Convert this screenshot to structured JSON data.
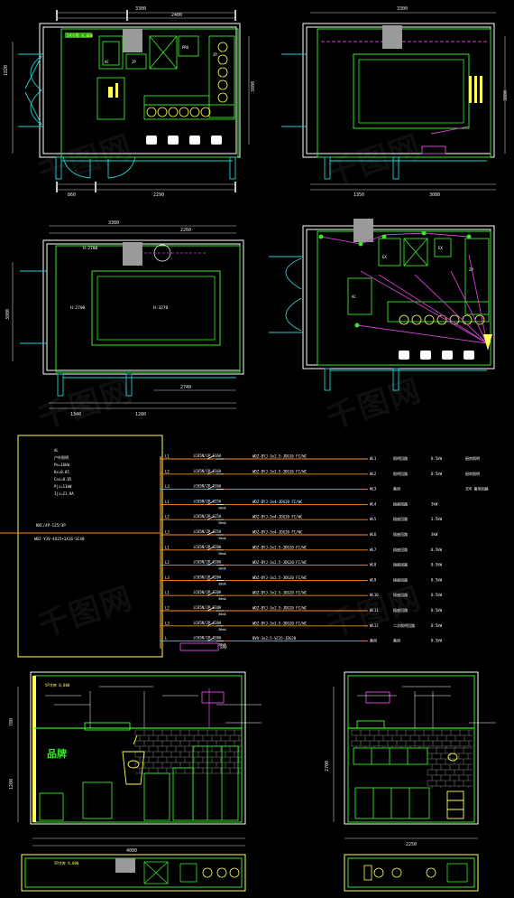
{
  "drawing": {
    "plan_a": {
      "dims_top": [
        "3300",
        "2400"
      ],
      "dims_bottom": [
        "860",
        "2290"
      ],
      "dims_side": [
        "1820",
        "3800"
      ],
      "label_top": "5P冷库 8,000",
      "equip": [
        "AC",
        "2P",
        "PRO",
        "2P"
      ]
    },
    "plan_b": {
      "dims_top": [
        "3300"
      ],
      "dims_bottom": [
        "1350",
        "3080"
      ],
      "dims_side": [
        "3800"
      ]
    },
    "plan_c": {
      "dims_top": [
        "3380",
        "2260"
      ],
      "ceiling_labels": [
        "H:2700",
        "H:2700",
        "H:3270"
      ],
      "dims_bottom": [
        "1340",
        "1280",
        "2740"
      ],
      "dims_side": [
        "3800"
      ]
    },
    "plan_d": {
      "equip": [
        "EX",
        "EX",
        "AC",
        "2P"
      ]
    },
    "panel": {
      "spec_lines": [
        "AL",
        "户外照明",
        "Pe=16kW",
        "Kx=0.85",
        "Cos=0.85",
        "Pjs=11kW",
        "Ijs=21.9A"
      ],
      "incoming_label": "NXC/4P-125/3P",
      "incoming_cable": "WDZ-YJV-4X25+1X16-SC40",
      "circuits": [
        {
          "phase": "L1",
          "breaker": "iC65N/1P C16A",
          "rcd": "",
          "cable": "WDZ-BYJ-3x2.5-JDG16 FC/WC",
          "id": "WL1",
          "name": "照明回路",
          "load": "0.5kW",
          "note": "厨房照明"
        },
        {
          "phase": "L2",
          "breaker": "iC65N/1P C16A",
          "rcd": "",
          "cable": "WDZ-BYJ-3x2.5-JDG16 FC/WC",
          "id": "WL2",
          "name": "照明回路",
          "load": "0.5kW",
          "note": "厨房照明"
        },
        {
          "phase": "L3",
          "breaker": "iC65N/2P C16A",
          "rcd": "",
          "cable": "",
          "id": "WL3",
          "name": "备用",
          "load": "",
          "note": "JDG 备用回路"
        },
        {
          "phase": "L1",
          "breaker": "iC65N/2P C25A",
          "rcd": "30mA",
          "cable": "WDZ-BYJ-3x4-JDG20 FC/WC",
          "id": "WL4",
          "name": "插座回路",
          "load": "3kW",
          "note": ""
        },
        {
          "phase": "L2",
          "breaker": "iC65N/2P C25A",
          "rcd": "30mA",
          "cable": "WDZ-BYJ-3x4-JDG20 FC/WC",
          "id": "WL5",
          "name": "插座回路",
          "load": "3.5kW",
          "note": ""
        },
        {
          "phase": "L3",
          "breaker": "iC65N/2P C25A",
          "rcd": "30mA",
          "cable": "WDZ-BYJ-3x4-JDG20 FC/WC",
          "id": "WL6",
          "name": "插座回路",
          "load": "3kW",
          "note": ""
        },
        {
          "phase": "L1",
          "breaker": "iC65N/2P C20A",
          "rcd": "30mA",
          "cable": "WDZ-BYJ-3x2.5-JDG20 FC/WC",
          "id": "WL7",
          "name": "插座回路",
          "load": "0.5kW",
          "note": ""
        },
        {
          "phase": "L2",
          "breaker": "iC65N/2P C20A",
          "rcd": "30mA",
          "cable": "WDZ-BYJ-3x2.5-JDG20 FC/WC",
          "id": "WL8",
          "name": "插座回路",
          "load": "0.5kW",
          "note": ""
        },
        {
          "phase": "L3",
          "breaker": "iC65N/2P C20A",
          "rcd": "30mA",
          "cable": "WDZ-BYJ-3x2.5-JDG20 FC/WC",
          "id": "WL9",
          "name": "插座回路",
          "load": "0.5kW",
          "note": ""
        },
        {
          "phase": "L1",
          "breaker": "iC65N/2P C20A",
          "rcd": "30mA",
          "cable": "WDZ-BYJ-3x2.5-JDG20 FC/WC",
          "id": "WL10",
          "name": "插座回路",
          "load": "0.5kW",
          "note": ""
        },
        {
          "phase": "L2",
          "breaker": "iC65N/2P C20A",
          "rcd": "30mA",
          "cable": "WDZ-BYJ-3x2.5-JDG20 FC/WC",
          "id": "WL11",
          "name": "插座回路",
          "load": "0.5kW",
          "note": ""
        },
        {
          "phase": "L3",
          "breaker": "iC65N/2P C20A",
          "rcd": "30mA",
          "cable": "WDZ-BYJ-3x2.5-JDG20 FC/WC",
          "id": "WL12",
          "name": "二次照明回路",
          "load": "0.5kW",
          "note": ""
        },
        {
          "phase": "L",
          "breaker": "iC65N/1P C20A",
          "rcd": "30mA",
          "cable": "BVV-3x2.5-SC15-JDG20",
          "id": "备用",
          "name": "备用",
          "load": "0.5kW",
          "note": ""
        }
      ],
      "spd_label": "SPD"
    },
    "elev_left": {
      "dims_side": [
        "780",
        "1200"
      ],
      "dims_bottom": [
        "4000"
      ],
      "label_top": "5P冷库 8,000"
    },
    "elev_right": {
      "dims_side": [
        "2700"
      ],
      "dims_bottom": [
        "2250"
      ]
    },
    "watermarks": [
      "千图网",
      "千图网",
      "千图网",
      "千图网",
      "千图网",
      "千图网"
    ]
  }
}
